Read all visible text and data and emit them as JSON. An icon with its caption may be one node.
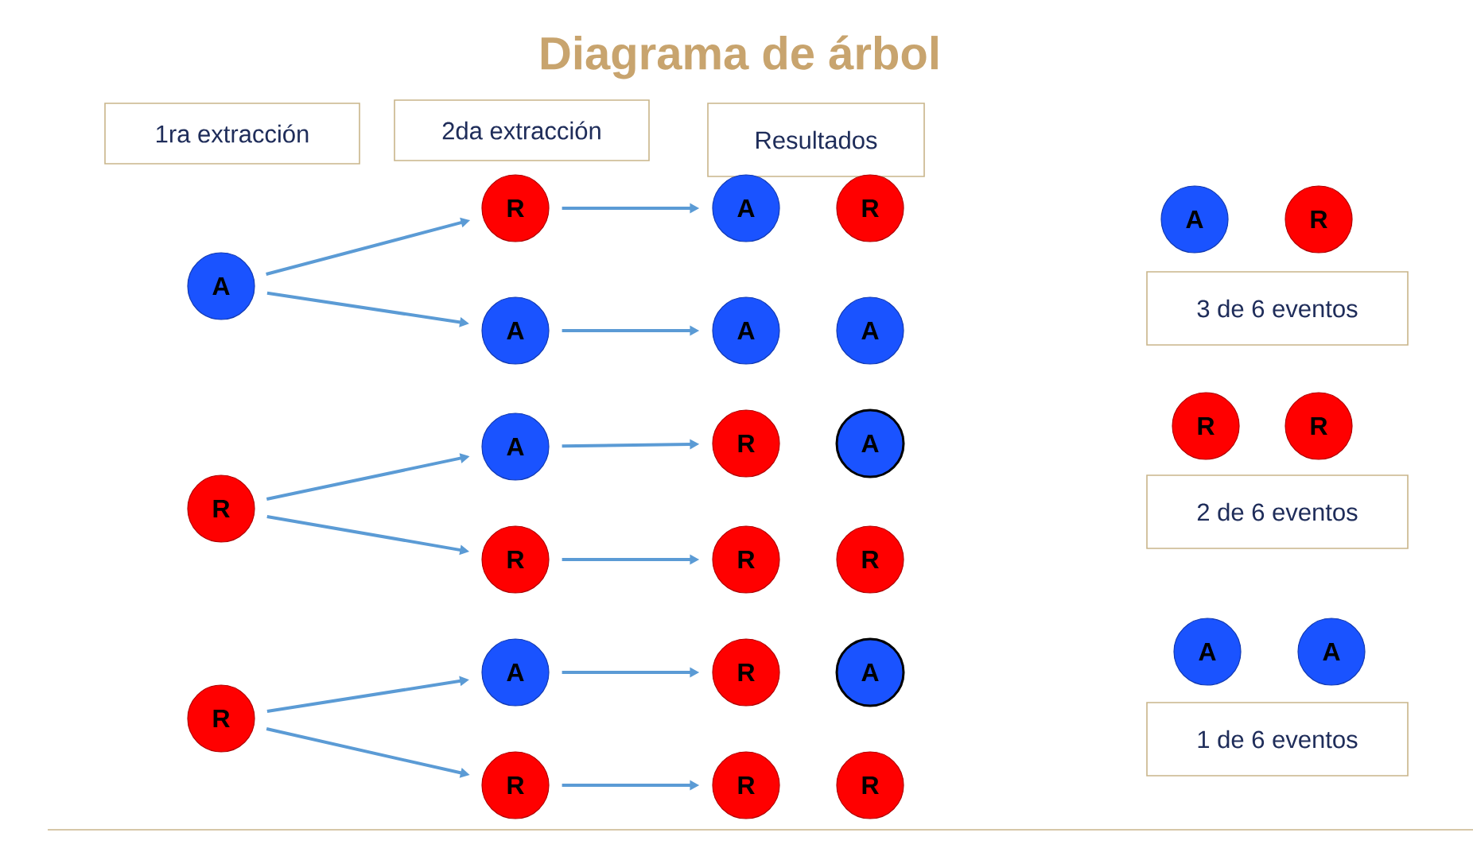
{
  "diagram": {
    "title": "Diagrama de árbol",
    "nodes": [
      {
        "text": [
          "1ra extracción"
        ]
      },
      {
        "text": [
          "2da extracción"
        ]
      },
      {
        "text": [
          "Resultados"
        ]
      },
      {
        "text": [
          "A"
        ]
      },
      {
        "text": [
          "R"
        ]
      },
      {
        "text": [
          "A"
        ]
      },
      {
        "text": [
          "A"
        ]
      },
      {
        "text": [
          "R"
        ]
      },
      {
        "text": [
          "A"
        ]
      },
      {
        "text": [
          "A"
        ]
      },
      {
        "text": [
          "R"
        ]
      },
      {
        "text": [
          "A"
        ]
      },
      {
        "text": [
          "R"
        ]
      },
      {
        "text": [
          "R"
        ]
      },
      {
        "text": [
          "A"
        ]
      },
      {
        "text": [
          "R"
        ]
      },
      {
        "text": [
          "R"
        ]
      },
      {
        "text": [
          "R"
        ]
      },
      {
        "text": [
          "A"
        ]
      },
      {
        "text": [
          "R"
        ]
      },
      {
        "text": [
          "R"
        ]
      },
      {
        "text": [
          "A"
        ]
      },
      {
        "text": [
          "R"
        ]
      },
      {
        "text": [
          "R"
        ]
      },
      {
        "text": [
          "A"
        ]
      },
      {
        "text": [
          "R"
        ]
      },
      {
        "text": [
          "3 de 6 eventos"
        ]
      },
      {
        "text": [
          "R"
        ]
      },
      {
        "text": [
          "R"
        ]
      },
      {
        "text": [
          "2 de 6 eventos"
        ]
      },
      {
        "text": [
          "A"
        ]
      },
      {
        "text": [
          "A"
        ]
      },
      {
        "text": [
          "1 de 6 eventos"
        ]
      }
    ],
    "edges": [
      {
        "from": 3,
        "to": 4,
        "arrow": "to"
      },
      {
        "from": 3,
        "to": 5,
        "arrow": "to"
      },
      {
        "from": 4,
        "to": 6,
        "arrow": "to"
      },
      {
        "from": 5,
        "to": 8,
        "arrow": "to"
      },
      {
        "from": 10,
        "to": 11,
        "arrow": "to"
      },
      {
        "from": 10,
        "to": 12,
        "arrow": "to"
      },
      {
        "from": 11,
        "to": 13,
        "arrow": "to"
      },
      {
        "from": 12,
        "to": 15,
        "arrow": "to"
      },
      {
        "from": 17,
        "to": 18,
        "arrow": "to"
      },
      {
        "from": 17,
        "to": 19,
        "arrow": "to"
      },
      {
        "from": 18,
        "to": 20,
        "arrow": "to"
      },
      {
        "from": 19,
        "to": 22,
        "arrow": "to"
      }
    ]
  }
}
